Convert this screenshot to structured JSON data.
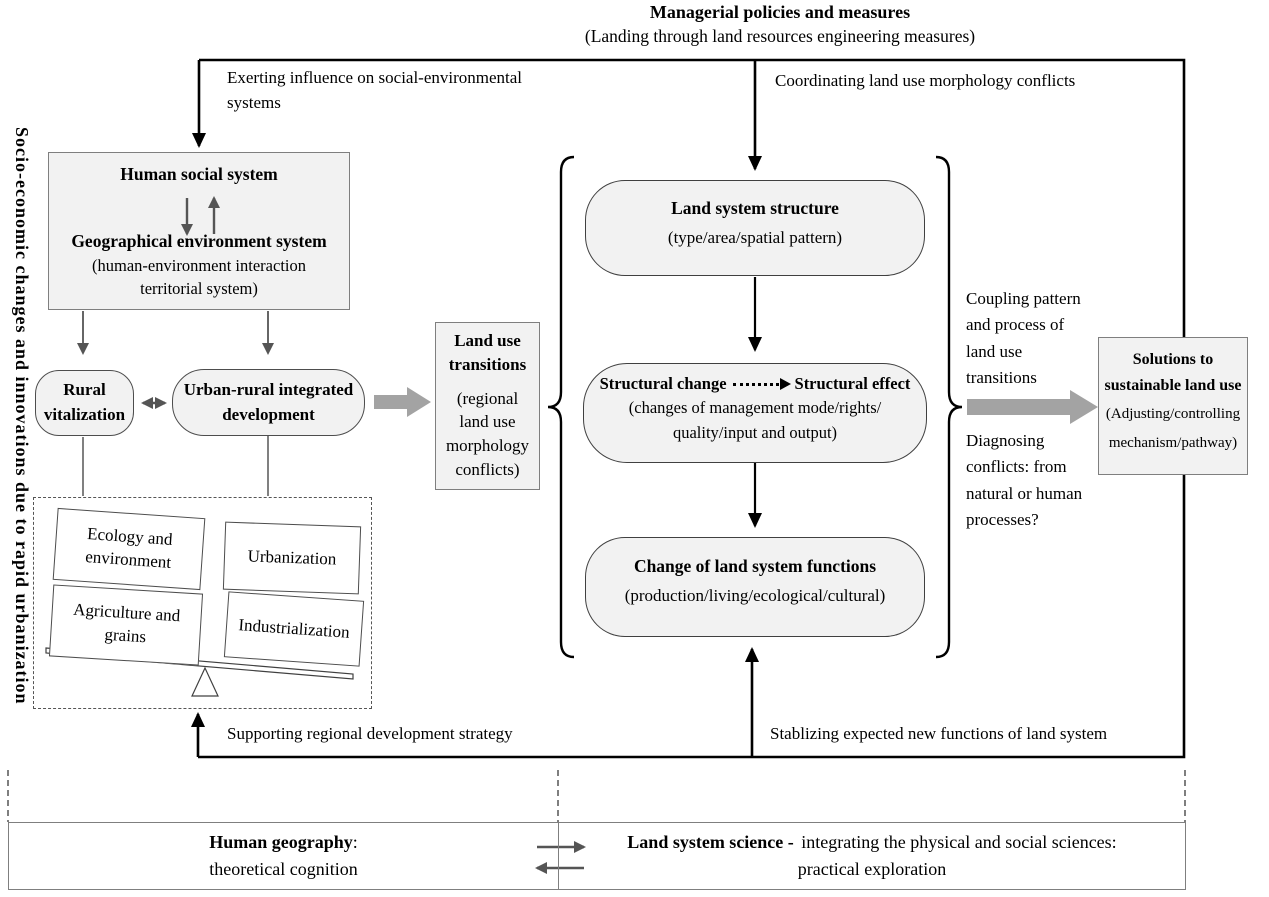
{
  "side_label": "Socio-economic changes and innovations due to rapid urbanization",
  "top": {
    "title": "Managerial policies and measures",
    "subtitle": "(Landing through land resources engineering measures)"
  },
  "labels": {
    "exerting": "Exerting influence on social-environmental\nsystems",
    "coordinating": "Coordinating land use morphology conflicts",
    "supporting": "Supporting regional development strategy",
    "stablizing": "Stablizing expected new functions of land system",
    "coupling": "Coupling pattern\nand process of\nland use\ntransitions",
    "diagnosing": "Diagnosing\nconflicts: from\nnatural or human\nprocesses?"
  },
  "boxes": {
    "social_title": "Human social system",
    "geo_title": "Geographical environment system",
    "geo_subtitle": "(human-environment interaction\nterritorial system)",
    "rural": "Rural\nvitalization",
    "urban": "Urban-rural integrated\ndevelopment",
    "lut_title": "Land use\ntransitions",
    "lut_subtitle": "(regional\nland use\nmorphology\nconflicts)",
    "structure_title": "Land system structure",
    "structure_subtitle": "(type/area/spatial pattern)",
    "structural_left": "Structural change",
    "structural_right": "Structural effect",
    "structural_subtitle": "(changes of management mode/rights/\nquality/input and output)",
    "functions_title": "Change of land system functions",
    "functions_subtitle": "(production/living/ecological/cultural)",
    "solutions_title": "Solutions to\nsustainable land use",
    "solutions_subtitle": "(Adjusting/controlling\nmechanism/pathway)",
    "drivers": [
      "Ecology and\nenvironment",
      "Urbanization",
      "Agriculture and\ngrains",
      "Industrialization"
    ]
  },
  "bottom_band": {
    "left_bold": "Human geography",
    "left_rest": ":",
    "left_line2": "theoretical cognition",
    "right_bold": "Land system science - ",
    "right_rest": "integrating the physical and social sciences:",
    "right_line2": "practical exploration"
  },
  "colors": {
    "box_fill": "#f2f2f2",
    "thick_arrow": "#a3a3a3",
    "line_gray": "#555555",
    "line_black": "#000000"
  }
}
